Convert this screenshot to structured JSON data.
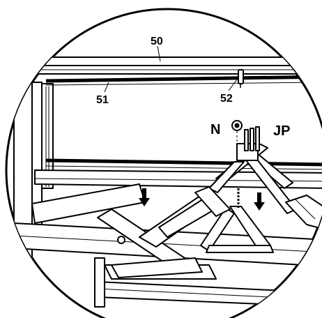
{
  "diagram": {
    "callouts": {
      "rail_top": "50",
      "rod": "51",
      "pin": "52",
      "nut": "N",
      "bolts": "JP"
    },
    "arrows": [
      "down-arrow",
      "down-arrow"
    ],
    "ink_color": "#000000",
    "paper_color": "#ffffff"
  }
}
